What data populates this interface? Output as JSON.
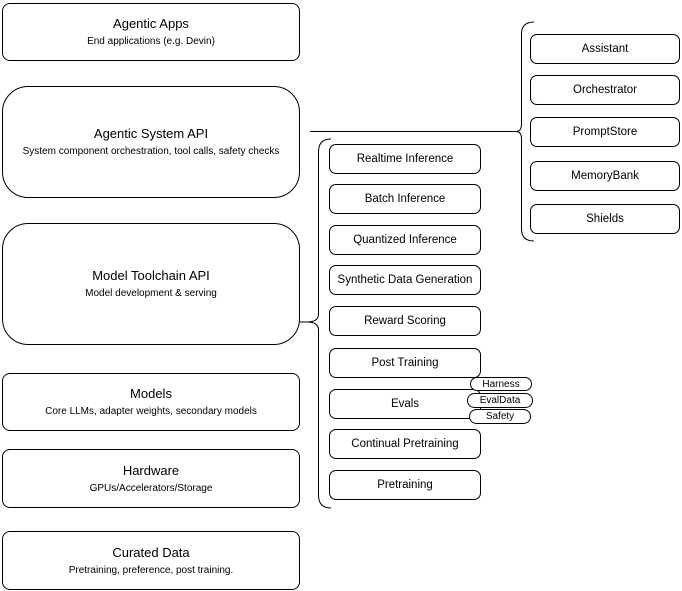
{
  "left_column": {
    "boxes": [
      {
        "title": "Agentic Apps",
        "subtitle": "End applications (e.g. Devin)"
      },
      {
        "title": "Agentic System API",
        "subtitle": "System component orchestration, tool calls, safety checks"
      },
      {
        "title": "Model Toolchain API",
        "subtitle": "Model development & serving"
      },
      {
        "title": "Models",
        "subtitle": "Core LLMs, adapter weights, secondary models"
      },
      {
        "title": "Hardware",
        "subtitle": "GPUs/Accelerators/Storage"
      },
      {
        "title": "Curated Data",
        "subtitle": "Pretraining, preference, post training."
      }
    ]
  },
  "toolchain_group": {
    "items": [
      "Realtime Inference",
      "Batch Inference",
      "Quantized Inference",
      "Synthetic Data Generation",
      "Reward Scoring",
      "Post Training",
      "Evals",
      "Continual Pretraining",
      "Pretraining"
    ],
    "evals_tags": [
      "Harness",
      "EvalData",
      "Safety"
    ]
  },
  "system_group": {
    "items": [
      "Assistant",
      "Orchestrator",
      "PromptStore",
      "MemoryBank",
      "Shields"
    ]
  },
  "colors": {
    "stroke": "#000000",
    "background": "#ffffff",
    "box_fill": "#ffffff"
  }
}
